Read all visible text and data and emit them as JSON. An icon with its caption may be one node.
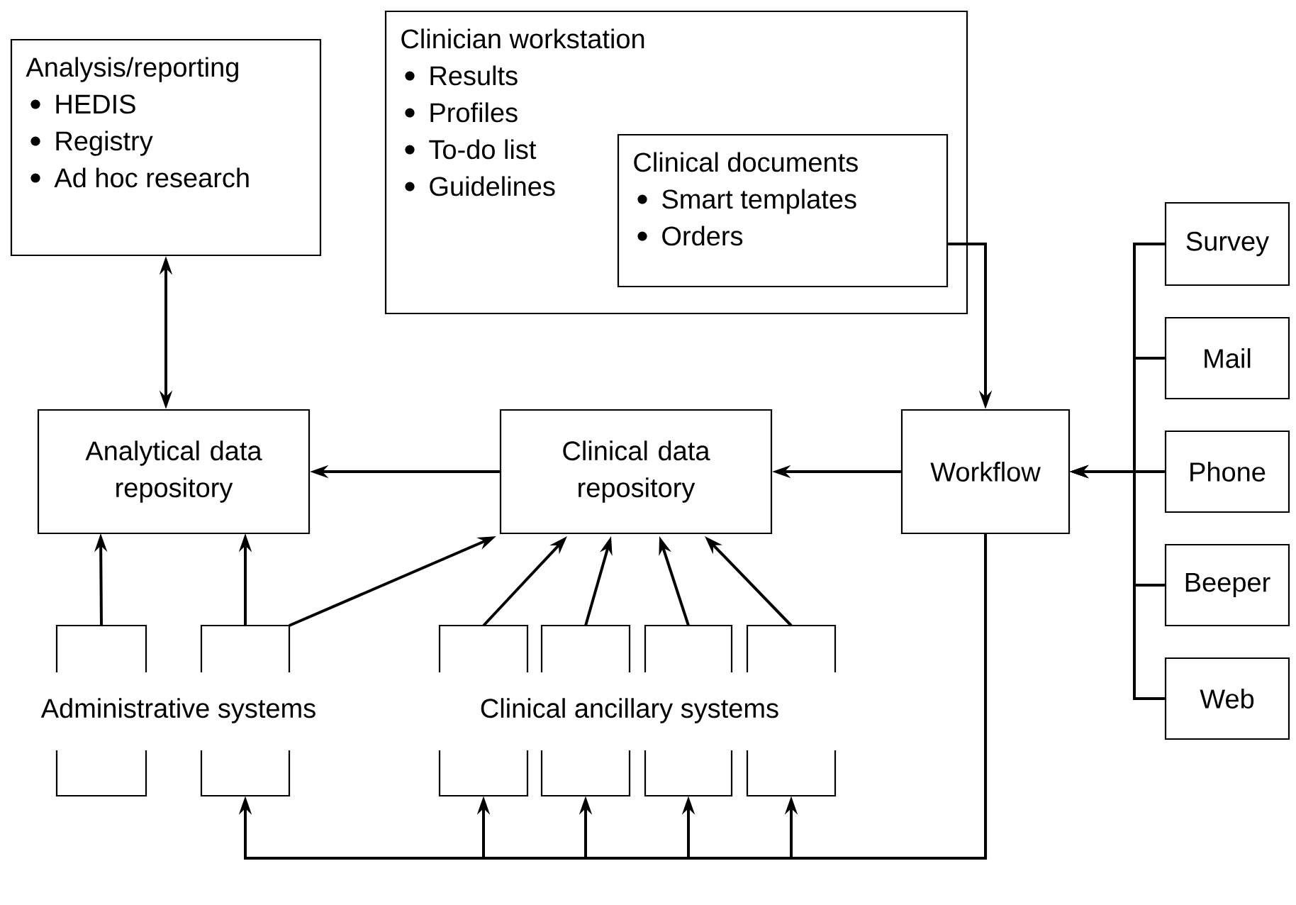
{
  "diagram": {
    "nodes": [
      {
        "text": [
          "Analysis/reporting",
          "HEDIS",
          "Registry",
          "Ad hoc research"
        ]
      },
      {
        "text": [
          "Clinician workstation",
          "Results",
          "Profiles",
          "To-do list",
          "Guidelines"
        ]
      },
      {
        "text": [
          "Clinical documents",
          "Smart templates",
          "Orders"
        ],
        "in": 1
      },
      {
        "text": [
          "Analytical data repository"
        ]
      },
      {
        "text": [
          "Clinical data repository"
        ]
      },
      {
        "text": [
          "Workflow"
        ]
      },
      {
        "text": [
          "Survey"
        ]
      },
      {
        "text": [
          "Mail"
        ]
      },
      {
        "text": [
          "Phone"
        ]
      },
      {
        "text": [
          "Beeper"
        ]
      },
      {
        "text": [
          "Web"
        ]
      },
      {
        "text": [],
        "shape": "box"
      },
      {
        "text": [],
        "shape": "box"
      },
      {
        "text": [],
        "shape": "box"
      },
      {
        "text": [],
        "shape": "box"
      },
      {
        "text": [],
        "shape": "box"
      },
      {
        "text": [],
        "shape": "box"
      }
    ],
    "edges": [
      {
        "from": 0,
        "to": 3,
        "arrow": "both"
      },
      {
        "from": 2,
        "to": 5,
        "arrow": "to"
      },
      {
        "from": 4,
        "to": 3,
        "arrow": "to"
      },
      {
        "from": 5,
        "to": 4,
        "arrow": "to"
      },
      {
        "from": 6,
        "to": 5,
        "arrow": "to"
      },
      {
        "from": 7,
        "to": 5,
        "arrow": "to"
      },
      {
        "from": 8,
        "to": 5,
        "arrow": "to"
      },
      {
        "from": 9,
        "to": 5,
        "arrow": "to"
      },
      {
        "from": 10,
        "to": 5,
        "arrow": "to"
      },
      {
        "from": 11,
        "to": 3,
        "arrow": "to"
      },
      {
        "from": 12,
        "to": 3,
        "arrow": "to"
      },
      {
        "from": 12,
        "to": 4,
        "arrow": "to"
      },
      {
        "from": 13,
        "to": 4,
        "arrow": "to"
      },
      {
        "from": 14,
        "to": 4,
        "arrow": "to"
      },
      {
        "from": 15,
        "to": 4,
        "arrow": "to"
      },
      {
        "from": 16,
        "to": 4,
        "arrow": "to"
      },
      {
        "from": 5,
        "to": 12,
        "arrow": "to"
      },
      {
        "from": 5,
        "to": 13,
        "arrow": "to"
      },
      {
        "from": 5,
        "to": 14,
        "arrow": "to"
      },
      {
        "from": 5,
        "to": 15,
        "arrow": "to"
      },
      {
        "from": 5,
        "to": 16,
        "arrow": "to"
      }
    ],
    "labels": [
      "Administrative systems",
      "Clinical ancillary systems"
    ]
  }
}
